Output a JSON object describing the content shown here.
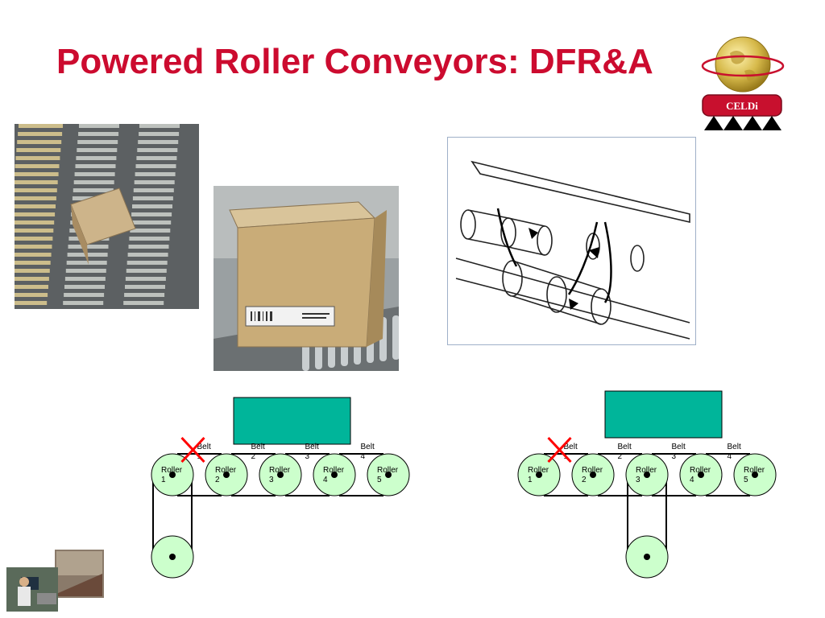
{
  "slide": {
    "title": "Powered Roller Conveyors:  DFR&A",
    "logo_text": "CELDi",
    "colors": {
      "title": "#cc0b2f",
      "load_box": "#00b59a",
      "roller_fill": "#ccffcc",
      "fail_mark": "#ff0000",
      "logo_red": "#c8102e",
      "globe": "#d6b94a"
    }
  },
  "photos": [
    {
      "name": "photo-roller-conveyor-lines",
      "icon": "conveyor-photo"
    },
    {
      "name": "photo-box-on-conveyor",
      "icon": "box-photo"
    },
    {
      "name": "photo-belt-drive-drawing",
      "icon": "line-drawing"
    },
    {
      "name": "photo-workers-corner",
      "icon": "workers-photo"
    }
  ],
  "diagrams": [
    {
      "name": "drive-from-roller-1",
      "failed_belt": 1,
      "drive_roller": 1,
      "rollers": [
        {
          "label": "Roller",
          "num": "1"
        },
        {
          "label": "Roller",
          "num": "2"
        },
        {
          "label": "Roller",
          "num": "3"
        },
        {
          "label": "Roller",
          "num": "4"
        },
        {
          "label": "Roller",
          "num": "5"
        }
      ],
      "belts": [
        {
          "label": "Belt",
          "num": "1"
        },
        {
          "label": "Belt",
          "num": "2"
        },
        {
          "label": "Belt",
          "num": "3"
        },
        {
          "label": "Belt",
          "num": "4"
        }
      ]
    },
    {
      "name": "drive-from-roller-3",
      "failed_belt": 1,
      "drive_roller": 3,
      "rollers": [
        {
          "label": "Roller",
          "num": "1"
        },
        {
          "label": "Roller",
          "num": "2"
        },
        {
          "label": "Roller",
          "num": "3"
        },
        {
          "label": "Roller",
          "num": "4"
        },
        {
          "label": "Roller",
          "num": "5"
        }
      ],
      "belts": [
        {
          "label": "Belt",
          "num": "1"
        },
        {
          "label": "Belt",
          "num": "2"
        },
        {
          "label": "Belt",
          "num": "3"
        },
        {
          "label": "Belt",
          "num": "4"
        }
      ]
    }
  ]
}
